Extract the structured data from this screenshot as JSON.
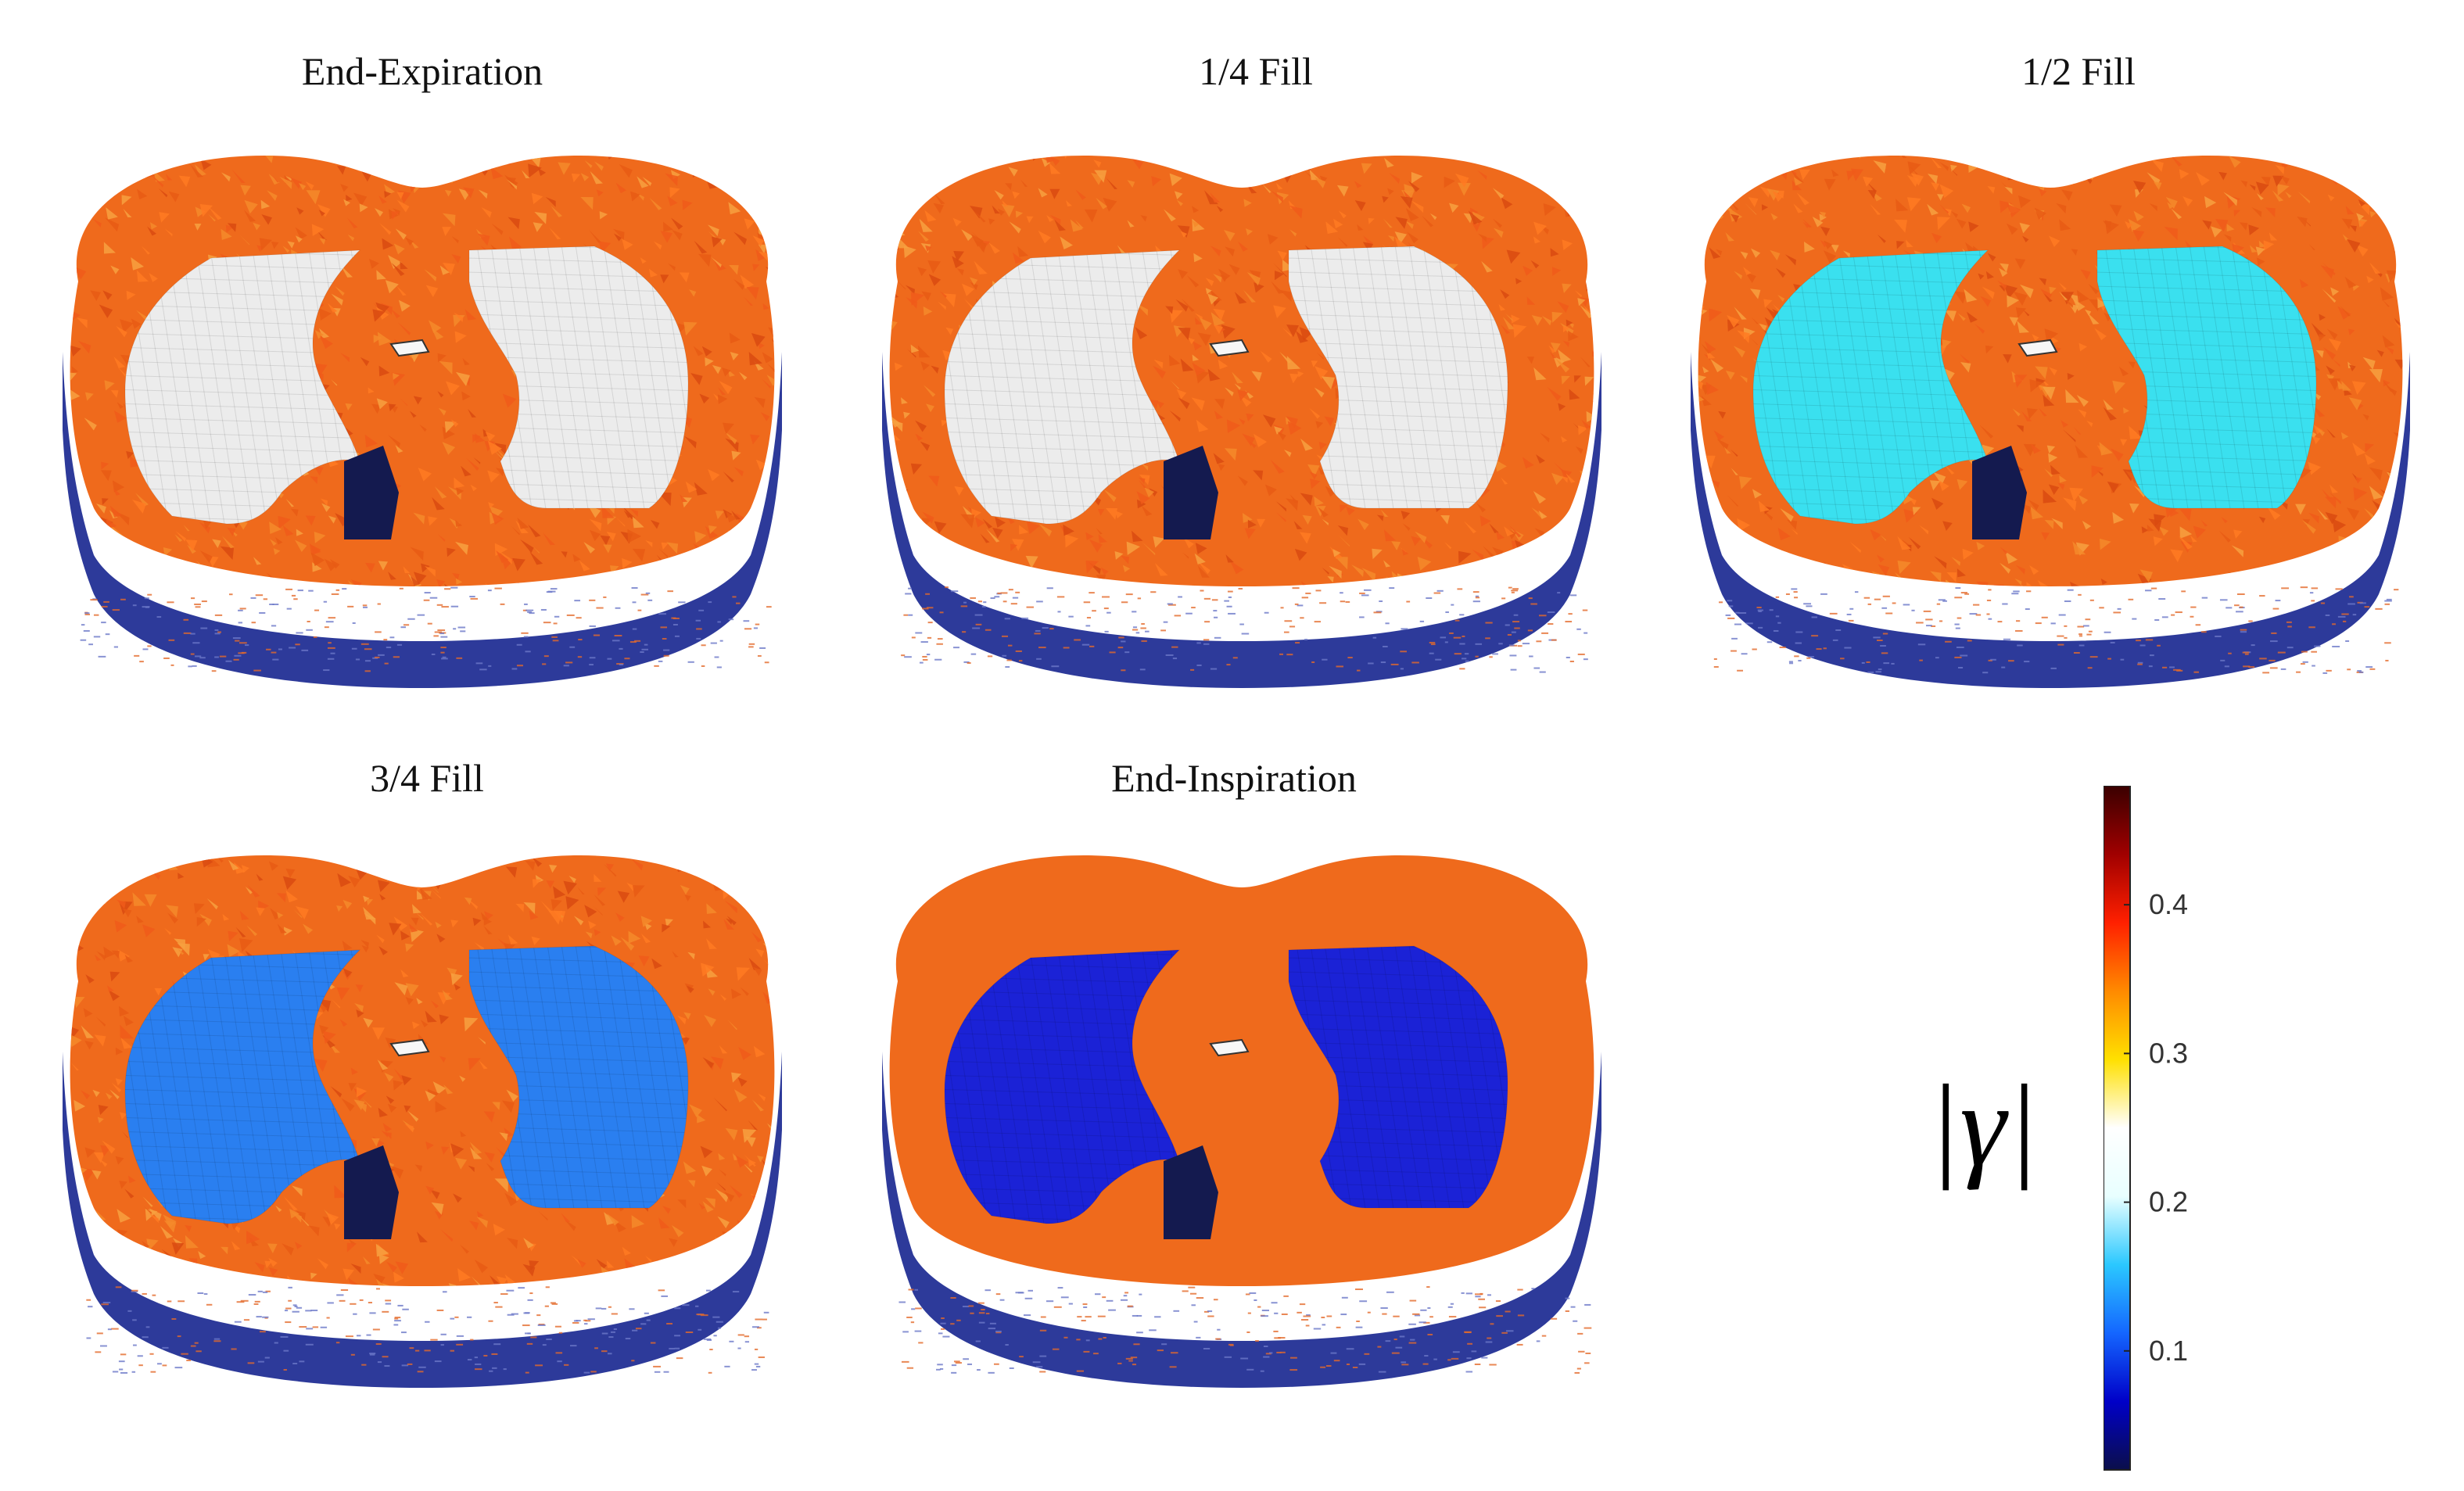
{
  "panels": [
    {
      "title": "End-Expiration",
      "lung_color": "#ececec",
      "texture": true
    },
    {
      "title": "1/4 Fill",
      "lung_color": "#ececec",
      "texture": true
    },
    {
      "title": "1/2 Fill",
      "lung_color": "#3ae0ef",
      "texture": true
    },
    {
      "title": "3/4 Fill",
      "lung_color": "#2a7ff0",
      "texture": true
    },
    {
      "title": "End-Inspiration",
      "lung_color": "#1b22d6",
      "texture": false
    }
  ],
  "colors": {
    "tissue": "#ef6a1c",
    "side_wall": "#2d3a9a",
    "spine": "#141a4f",
    "trachea": "#f7f7f7"
  },
  "colorbar": {
    "label": "|γ|",
    "min": 0.02,
    "max": 0.48,
    "ticks": [
      "0.1",
      "0.2",
      "0.3",
      "0.4"
    ],
    "colormap": [
      "#0b0f4a",
      "#0000c8",
      "#1466ff",
      "#2bc8ff",
      "#e8ffff",
      "#ffffff",
      "#ffe000",
      "#ff8a00",
      "#ff2000",
      "#a00000",
      "#3a0000"
    ]
  }
}
